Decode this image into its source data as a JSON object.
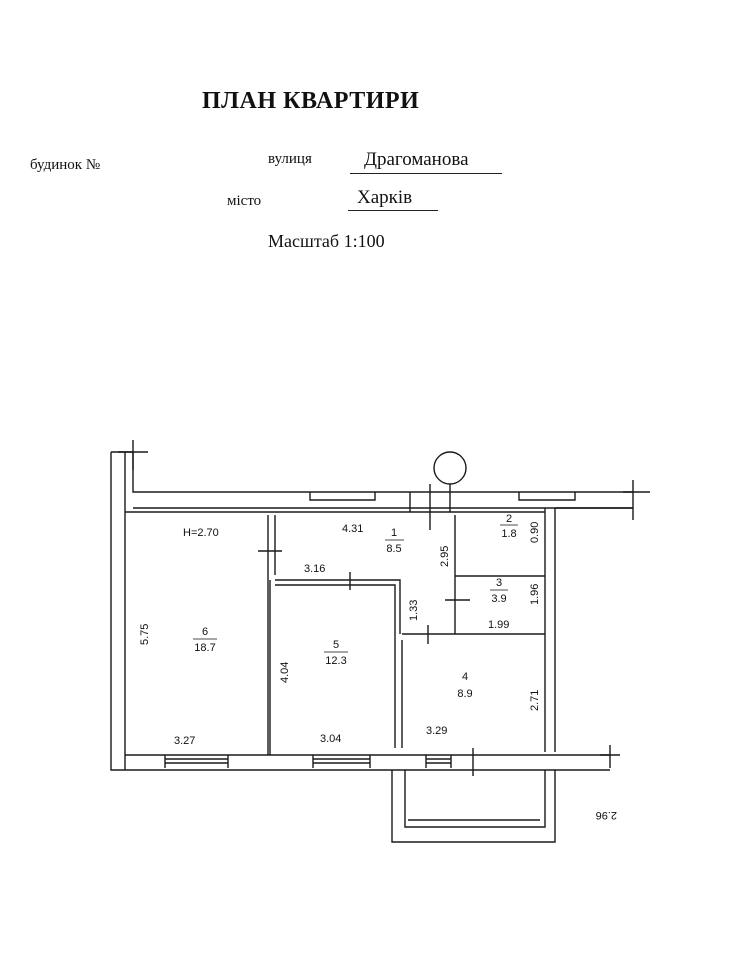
{
  "header": {
    "title": "ПЛАН КВАРТИРИ",
    "house_label": "будинок №",
    "street_label": "вулиця",
    "street_value": "Драгоманова",
    "city_label": "місто",
    "city_value": "Харків",
    "scale": "Масштаб 1:100"
  },
  "plan": {
    "ceiling_height": "H=2.70",
    "rooms": [
      {
        "number": "1",
        "area": "8.5"
      },
      {
        "number": "2",
        "area": "1.8"
      },
      {
        "number": "3",
        "area": "3.9"
      },
      {
        "number": "4",
        "area": "8.9"
      },
      {
        "number": "5",
        "area": "12.3"
      },
      {
        "number": "6",
        "area": "18.7"
      }
    ],
    "dimensions": {
      "hall_width": "4.31",
      "hall_inner": "3.16",
      "hall_depth": "2.95",
      "hall_passage": "1.33",
      "wc_depth": "0.90",
      "bath_depth": "1.96",
      "bath_width": "1.99",
      "kitchen_depth": "2.71",
      "kitchen_width": "3.29",
      "room5_depth": "4.04",
      "room5_width": "3.04",
      "room6_depth": "5.75",
      "room6_width": "3.27",
      "balcony_length": "2.96"
    }
  }
}
